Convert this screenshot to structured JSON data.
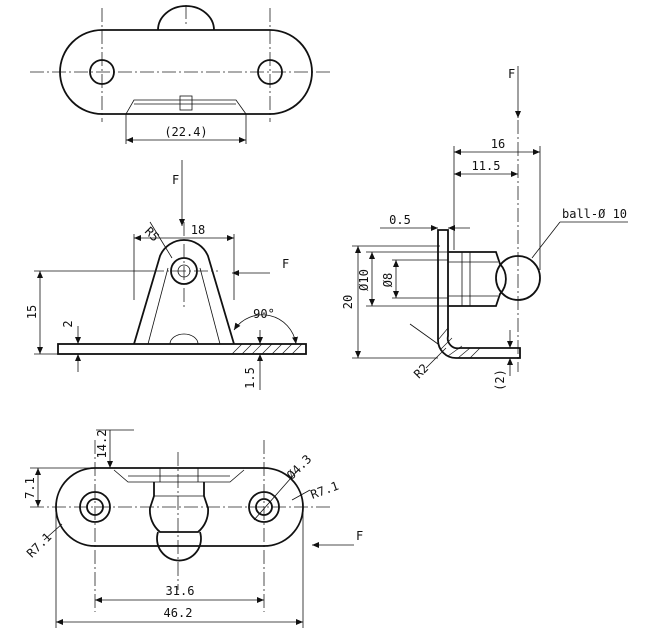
{
  "labels": {
    "force": "F",
    "ball": "ball-Ø 10",
    "angle": "90°"
  },
  "dimensions": {
    "top_width": "(22.4)",
    "radius_top": "R5",
    "width_18": "18",
    "height_15": "15",
    "thickness_2": "2",
    "offset_1_5": "1.5",
    "side_16": "16",
    "side_11_5": "11.5",
    "side_0_5": "0.5",
    "dia_10": "Ø10",
    "dia_8": "Ø8",
    "side_20": "20",
    "radius_2": "R2",
    "side_2": "(2)",
    "bottom_14_2": "14.2",
    "bottom_7_1": "7.1",
    "dia_4_3": "Ø4.3",
    "radius_7_1_right": "R7.1",
    "radius_7_1_left": "R7.1",
    "width_31_6": "31.6",
    "width_46_2": "46.2"
  }
}
